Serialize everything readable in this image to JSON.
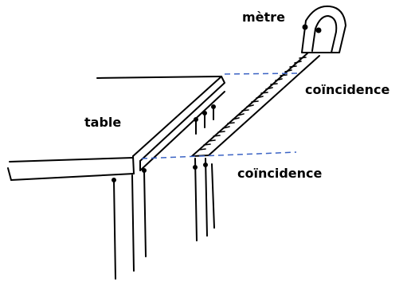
{
  "labels": {
    "metre": "mètre",
    "table": "table",
    "coincidence_top": "coïncidence",
    "coincidence_bottom": "coïncidence"
  },
  "colors": {
    "ink": "#000000",
    "guide_line": "#3b63c4"
  }
}
